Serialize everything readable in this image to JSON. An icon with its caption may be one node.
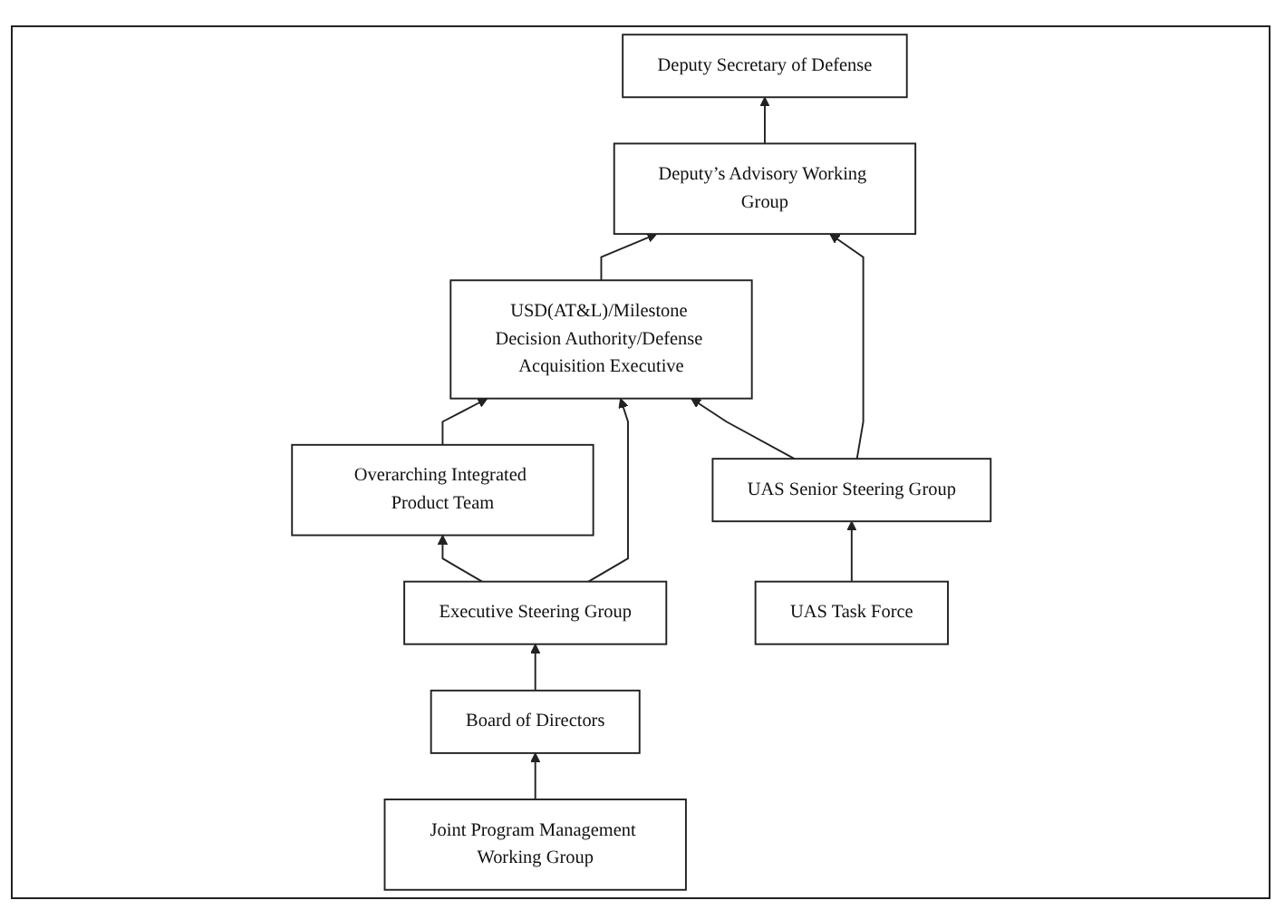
{
  "diagram": {
    "nodes": [
      {
        "text": [
          "Deputy Secretary of Defense"
        ]
      },
      {
        "text": [
          "Deputy’s Advisory Working Group"
        ]
      },
      {
        "text": [
          "USD(AT&L)/Milestone Decision Authority/Defense Acquisition Executive"
        ]
      },
      {
        "text": [
          "UAS Senior Steering Group"
        ]
      },
      {
        "text": [
          "Executive Steering Group"
        ]
      },
      {
        "text": [
          "Overarching Integrated Product Team"
        ]
      },
      {
        "text": [
          "UAS Task Force"
        ]
      },
      {
        "text": [
          "Board of Directors"
        ]
      },
      {
        "text": [
          "Joint Program Management Working Group"
        ]
      }
    ],
    "edges": [
      {
        "from": 1,
        "to": 0,
        "arrow": "to"
      },
      {
        "from": 2,
        "to": 1,
        "arrow": "to"
      },
      {
        "from": 3,
        "to": 1,
        "arrow": "to"
      },
      {
        "from": 3,
        "to": 2,
        "arrow": "to"
      },
      {
        "from": 4,
        "to": 2,
        "arrow": "to"
      },
      {
        "from": 4,
        "to": 5,
        "arrow": "to"
      },
      {
        "from": 5,
        "to": 2,
        "arrow": "to"
      },
      {
        "from": 6,
        "to": 3,
        "arrow": "to"
      },
      {
        "from": 7,
        "to": 4,
        "arrow": "to"
      },
      {
        "from": 8,
        "to": 7,
        "arrow": "to"
      }
    ]
  }
}
